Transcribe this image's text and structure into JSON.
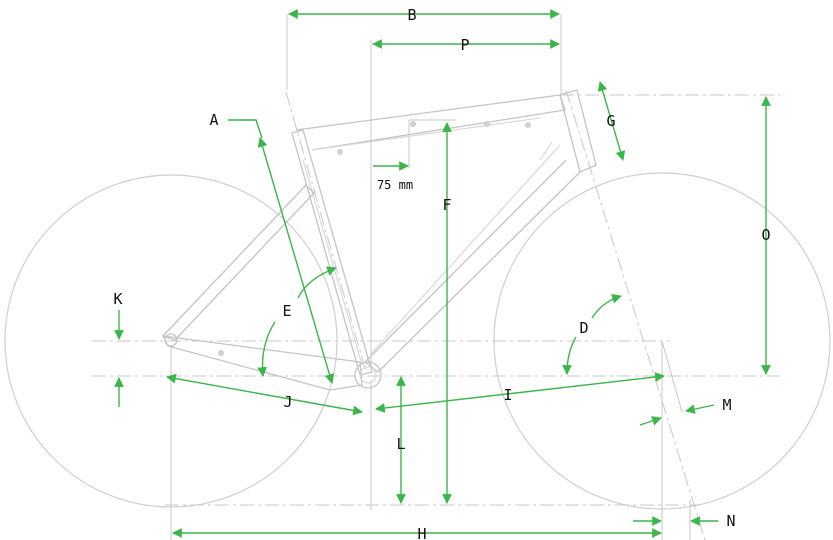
{
  "diagram": {
    "accent_color": "#3cb54a",
    "labels": {
      "a": "A",
      "b": "B",
      "p": "P",
      "g": "G",
      "f": "F",
      "o": "O",
      "k": "K",
      "e": "E",
      "d": "D",
      "j": "J",
      "i": "I",
      "l": "L",
      "m": "M",
      "h": "H",
      "n": "N",
      "offset": "75 mm"
    }
  }
}
